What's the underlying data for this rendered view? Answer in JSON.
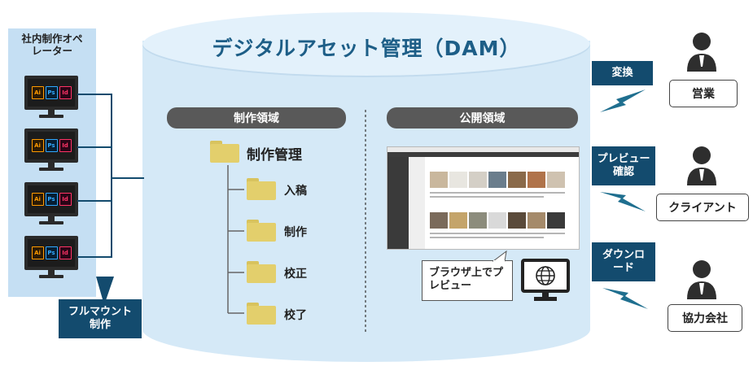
{
  "diagram": {
    "title": "デジタルアセット管理（DAM）",
    "operator": {
      "title": "社内制作オペレーター",
      "app_badges": [
        "Ai",
        "Ps",
        "Id"
      ],
      "callout": "フルマウント制作"
    },
    "production_area": {
      "label": "制作領域",
      "root_folder": "制作管理",
      "sub_folders": [
        "入稿",
        "制作",
        "校正",
        "校了"
      ]
    },
    "public_area": {
      "label": "公開領域",
      "preview_note": "ブラウザ上でプレビュー"
    },
    "actions": {
      "convert": "変換",
      "preview_confirm": "プレビュー確認",
      "download": "ダウンロード"
    },
    "roles": {
      "sales": "営業",
      "client": "クライアント",
      "partner": "協力会社"
    },
    "colors": {
      "callout_navy": "#134b6e",
      "cylinder_blue": "#d5e9f7",
      "title_blue": "#1d5e87",
      "panel_blue": "#c5dff3",
      "folder_yellow": "#e3cf6c",
      "pill_gray": "#595959",
      "lightning_teal": "#1f6f8f"
    }
  }
}
